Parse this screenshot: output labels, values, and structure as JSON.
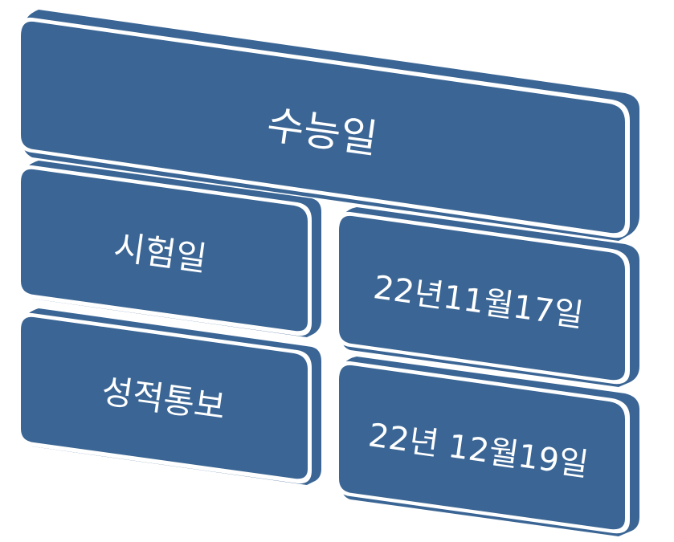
{
  "diagram": {
    "type": "perspective-block-list",
    "colors": {
      "block_fill": "#3A6594",
      "separator": "#FFFFFF",
      "text": "#FFFFFF",
      "background": "#FFFFFF"
    },
    "header": {
      "label": "수능일"
    },
    "rows": [
      {
        "title": "시험일",
        "value": "22년11월17일"
      },
      {
        "title": "성적통보",
        "value": "22년 12월19일"
      }
    ]
  }
}
